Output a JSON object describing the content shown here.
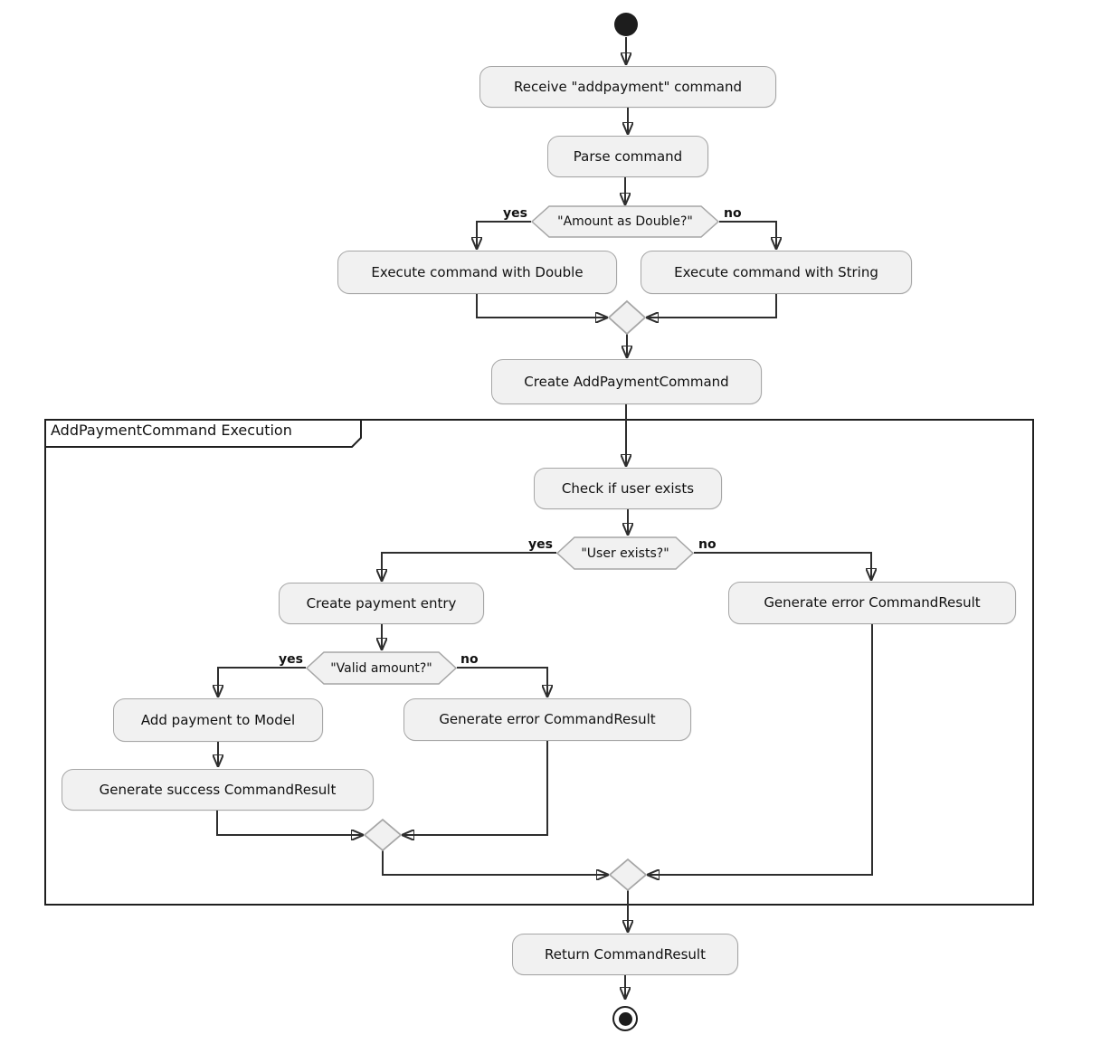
{
  "diagram": {
    "type": "activity-flowchart",
    "frame_title": "AddPaymentCommand Execution",
    "branch_labels": {
      "yes": "yes",
      "no": "no"
    },
    "nodes": {
      "start": {
        "type": "start"
      },
      "receive": {
        "label": "Receive \"addpayment\" command"
      },
      "parse": {
        "label": "Parse command"
      },
      "amount_decision": {
        "label": "\"Amount as Double?\""
      },
      "exec_double": {
        "label": "Execute command with Double"
      },
      "exec_string": {
        "label": "Execute command with String"
      },
      "create_cmd": {
        "label": "Create AddPaymentCommand"
      },
      "check_user": {
        "label": "Check if user exists"
      },
      "user_decision": {
        "label": "\"User exists?\""
      },
      "create_entry": {
        "label": "Create payment entry"
      },
      "gen_error_user": {
        "label": "Generate error CommandResult"
      },
      "valid_decision": {
        "label": "\"Valid amount?\""
      },
      "add_payment": {
        "label": "Add payment to Model"
      },
      "gen_error_amount": {
        "label": "Generate error CommandResult"
      },
      "gen_success": {
        "label": "Generate success CommandResult"
      },
      "return_result": {
        "label": "Return CommandResult"
      },
      "end": {
        "type": "end"
      }
    },
    "edges": [
      {
        "from": "start",
        "to": "receive"
      },
      {
        "from": "receive",
        "to": "parse"
      },
      {
        "from": "parse",
        "to": "amount_decision"
      },
      {
        "from": "amount_decision",
        "to": "exec_double",
        "label": "yes"
      },
      {
        "from": "amount_decision",
        "to": "exec_string",
        "label": "no"
      },
      {
        "from": "exec_double",
        "to": "merge_amount"
      },
      {
        "from": "exec_string",
        "to": "merge_amount"
      },
      {
        "from": "merge_amount",
        "to": "create_cmd"
      },
      {
        "from": "create_cmd",
        "to": "check_user"
      },
      {
        "from": "check_user",
        "to": "user_decision"
      },
      {
        "from": "user_decision",
        "to": "create_entry",
        "label": "yes"
      },
      {
        "from": "user_decision",
        "to": "gen_error_user",
        "label": "no"
      },
      {
        "from": "create_entry",
        "to": "valid_decision"
      },
      {
        "from": "valid_decision",
        "to": "add_payment",
        "label": "yes"
      },
      {
        "from": "valid_decision",
        "to": "gen_error_amount",
        "label": "no"
      },
      {
        "from": "add_payment",
        "to": "gen_success"
      },
      {
        "from": "gen_success",
        "to": "merge_valid"
      },
      {
        "from": "gen_error_amount",
        "to": "merge_valid"
      },
      {
        "from": "merge_valid",
        "to": "merge_user"
      },
      {
        "from": "gen_error_user",
        "to": "merge_user"
      },
      {
        "from": "merge_user",
        "to": "return_result"
      },
      {
        "from": "return_result",
        "to": "end"
      }
    ],
    "colors": {
      "node_fill": "#F1F1F1",
      "node_border": "#A6A6A6",
      "connector": "#2E2E2E",
      "frame_border": "#1F1F1F",
      "text": "#111111",
      "background": "#FFFFFF"
    }
  }
}
